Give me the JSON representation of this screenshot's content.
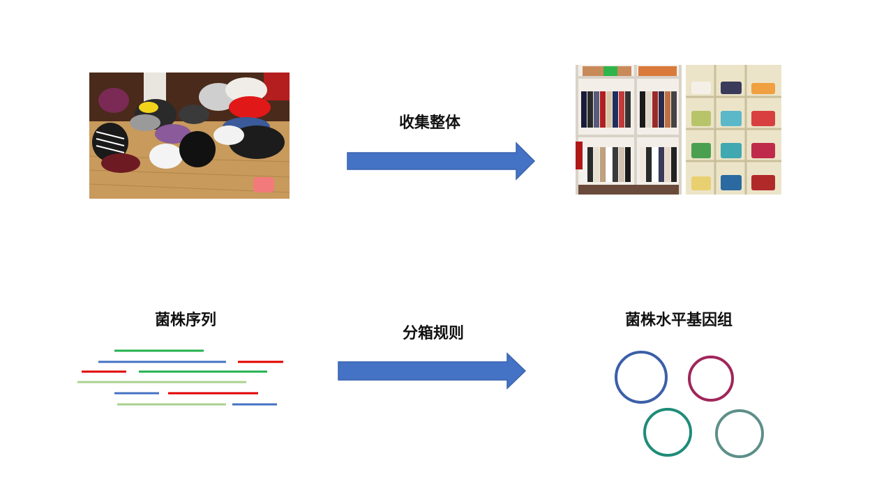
{
  "top_row": {
    "arrow_label": "收集整体",
    "messy_photo_icon": "messy-clothes-pile",
    "organized_photo_icon": "organized-wardrobe"
  },
  "bottom_row": {
    "left_title": "菌株序列",
    "arrow_label": "分箱规则",
    "right_title": "菌株水平基因组"
  },
  "colors": {
    "arrow": "#4472C4",
    "seq_green": "#22B14C",
    "seq_blue": "#4472C4",
    "seq_red": "#E00000",
    "seq_light_green": "#A9D18E",
    "circle_blue": "#3C5FA8",
    "circle_magenta": "#A0265A",
    "circle_teal": "#1E8C78",
    "circle_grey_teal": "#5E8F8A"
  }
}
